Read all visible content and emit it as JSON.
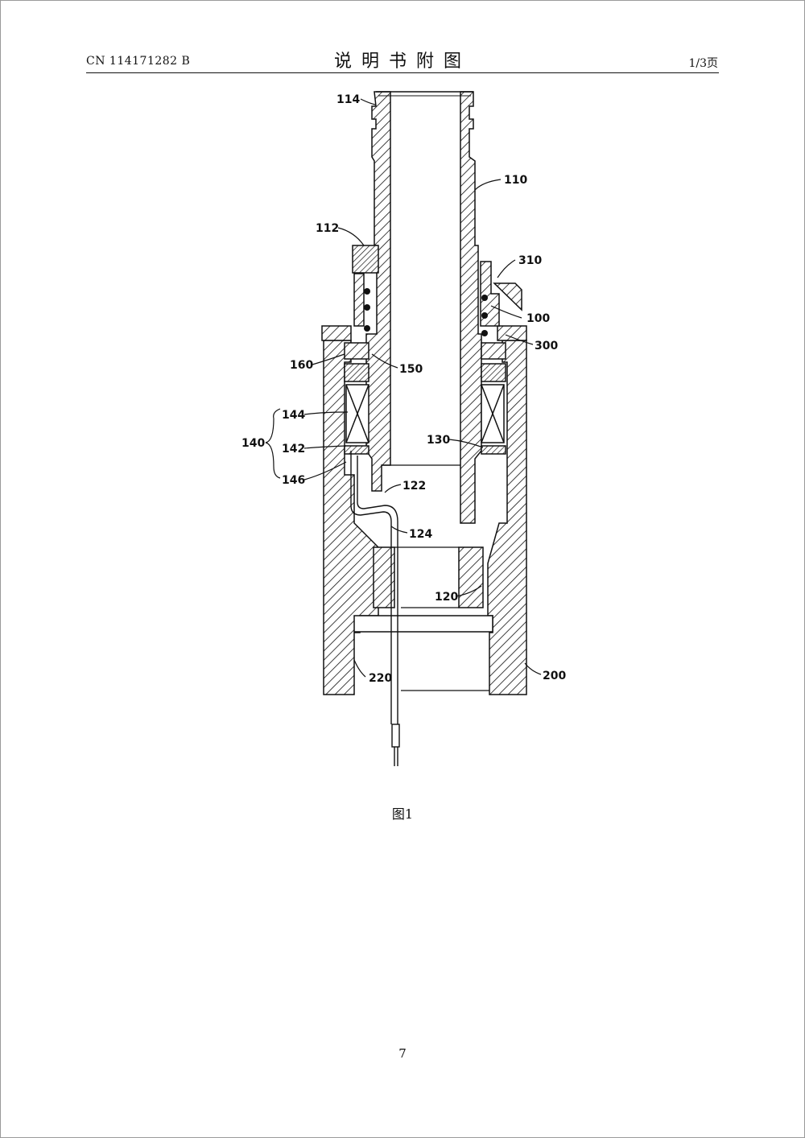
{
  "header": {
    "publication_number": "CN 114171282 B",
    "section_title": "说明书附图",
    "page_indicator": "1/3页"
  },
  "figure": {
    "caption": "图1",
    "reference_numerals": {
      "r114": "114",
      "r110": "110",
      "r112": "112",
      "r310": "310",
      "r100": "100",
      "r300": "300",
      "r160": "160",
      "r150": "150",
      "r144": "144",
      "r140": "140",
      "r142": "142",
      "r146": "146",
      "r130": "130",
      "r122": "122",
      "r124": "124",
      "r120": "120",
      "r220": "220",
      "r200": "200"
    }
  },
  "footer": {
    "page_number": "7"
  }
}
